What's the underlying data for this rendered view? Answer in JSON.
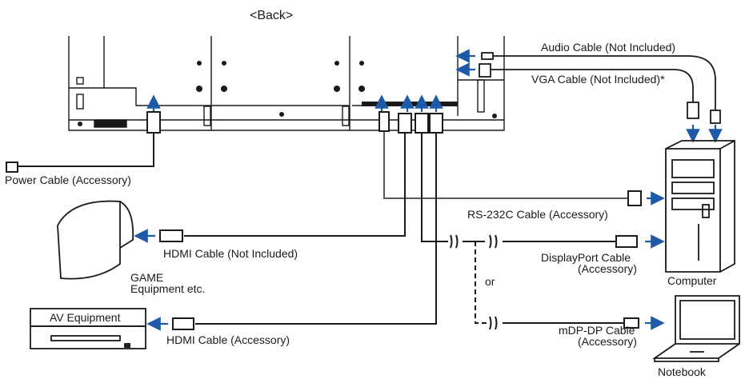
{
  "title": "<Back>",
  "labels": {
    "audio_cable": "Audio Cable (Not Included)",
    "vga_cable": "VGA Cable (Not Included)*",
    "power_cable": "Power Cable (Accessory)",
    "rs232c_cable": "RS-232C Cable (Accessory)",
    "hdmi_cable_game": "HDMI Cable (Not Included)",
    "game_line1": "GAME",
    "game_line2": "Equipment etc.",
    "av_equipment": "AV Equipment",
    "hdmi_cable_av": "HDMI Cable (Accessory)",
    "displayport_line1": "DisplayPort Cable",
    "displayport_line2": "(Accessory)",
    "computer": "Computer",
    "or": "or",
    "mdp_line1": "mDP-DP Cable",
    "mdp_line2": "(Accessory)",
    "notebook": "Notebook"
  },
  "colors": {
    "arrow": "#1e5aa8",
    "line": "#1a1a1a",
    "cable_gray": "#5a5a5a"
  }
}
